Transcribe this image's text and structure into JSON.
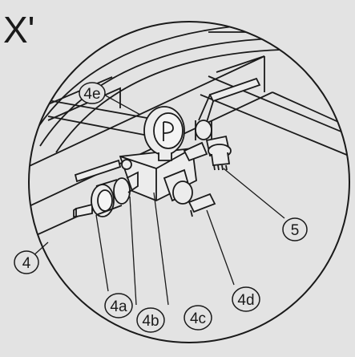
{
  "figure": {
    "view_label": "X'",
    "callouts": [
      {
        "id": "4e",
        "label": "4e"
      },
      {
        "id": "5",
        "label": "5"
      },
      {
        "id": "4",
        "label": "4"
      },
      {
        "id": "4a",
        "label": "4a"
      },
      {
        "id": "4b",
        "label": "4b"
      },
      {
        "id": "4c",
        "label": "4c"
      },
      {
        "id": "4d",
        "label": "4d"
      }
    ],
    "gauge_symbol": "P"
  },
  "colors": {
    "line": "#1a1a1a",
    "background": "#e3e3e3",
    "fill": "#ececec"
  }
}
